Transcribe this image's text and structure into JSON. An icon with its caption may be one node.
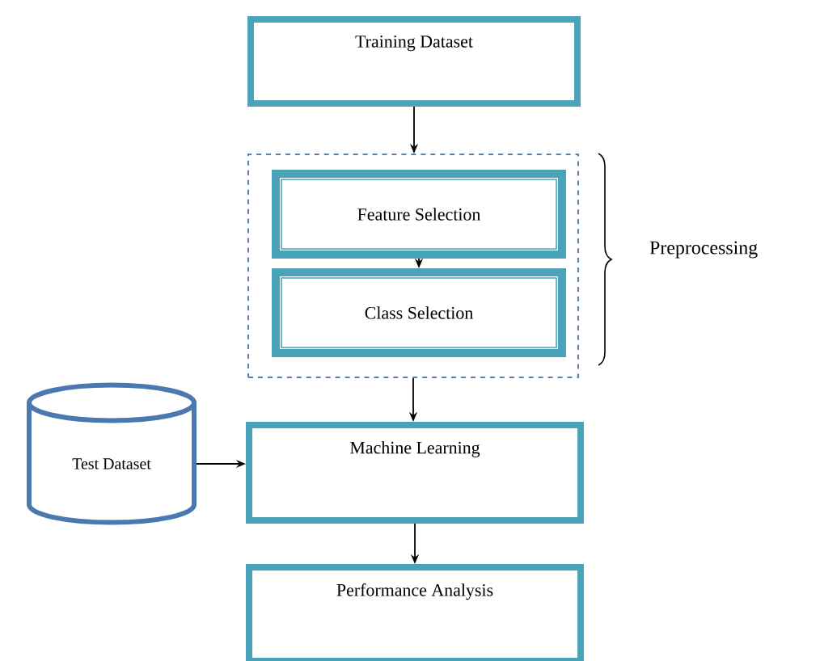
{
  "diagram": {
    "nodes": [
      {
        "text": [
          "Training Dataset"
        ]
      },
      {
        "text": [],
        "shape": "box",
        "beside": [
          "Preprocessing"
        ]
      },
      {
        "text": [
          "Feature Selection"
        ],
        "in": 1
      },
      {
        "text": [
          "Class Selection"
        ],
        "in": 1
      },
      {
        "text": [
          "Test Dataset"
        ]
      },
      {
        "text": [
          "Machine Learning"
        ]
      },
      {
        "text": [
          "Performance Analysis"
        ]
      }
    ],
    "edges": [
      {
        "from": 0,
        "to": 1,
        "arrow": "to"
      },
      {
        "from": 2,
        "to": 3,
        "arrow": "to"
      },
      {
        "from": 1,
        "to": 5,
        "arrow": "to"
      },
      {
        "from": 4,
        "to": 5,
        "arrow": "to"
      },
      {
        "from": 5,
        "to": 6,
        "arrow": "to"
      }
    ]
  }
}
